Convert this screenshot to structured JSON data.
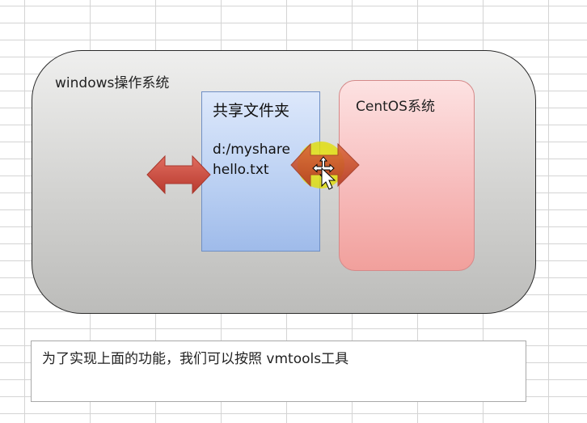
{
  "windows": {
    "title": "windows操作系统"
  },
  "share_folder": {
    "title": "共享文件夹",
    "path": "d:/myshare",
    "file": "hello.txt"
  },
  "centos": {
    "title": "CentOS系统"
  },
  "caption": {
    "text": "为了实现上面的功能，我们可以按照 vmtools工具"
  },
  "colors": {
    "arrow": "#c9473a",
    "windows_fill": "#d2d2d0",
    "share_fill": "#b9cff2",
    "centos_fill": "#f7bcbc",
    "cursor_highlight": "#e2de00"
  },
  "icons": {
    "arrow_left": "double-arrow-icon",
    "arrow_right": "double-arrow-icon",
    "cursor": "move-cursor-icon"
  }
}
